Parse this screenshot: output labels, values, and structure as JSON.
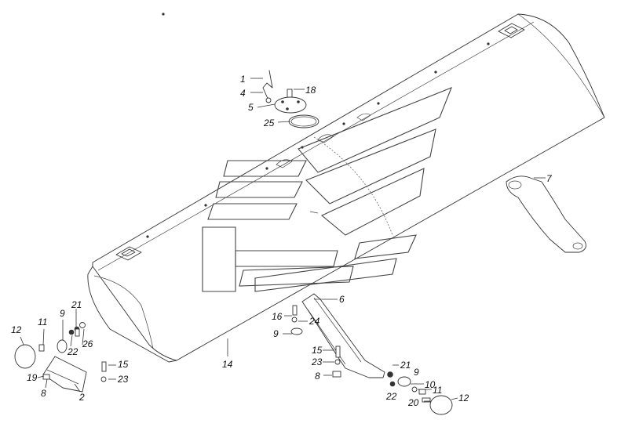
{
  "labels": {
    "p1": "1",
    "p4": "4",
    "p18": "18",
    "p5": "5",
    "p25": "25",
    "p7": "7",
    "p6": "6",
    "p16": "16",
    "p24": "24",
    "p9c": "9",
    "p15r": "15",
    "p23r": "23",
    "p8r": "8",
    "p21r": "21",
    "p9r": "9",
    "p10": "10",
    "p22r": "22",
    "p11r": "11",
    "p12r": "12",
    "p20": "20",
    "p14": "14",
    "p12l": "12",
    "p11l": "11",
    "p9l": "9",
    "p21l": "21",
    "p26": "26",
    "p22l": "22",
    "p19": "19",
    "p8l": "8",
    "p2": "2",
    "p15l": "15",
    "p23l": "23"
  }
}
